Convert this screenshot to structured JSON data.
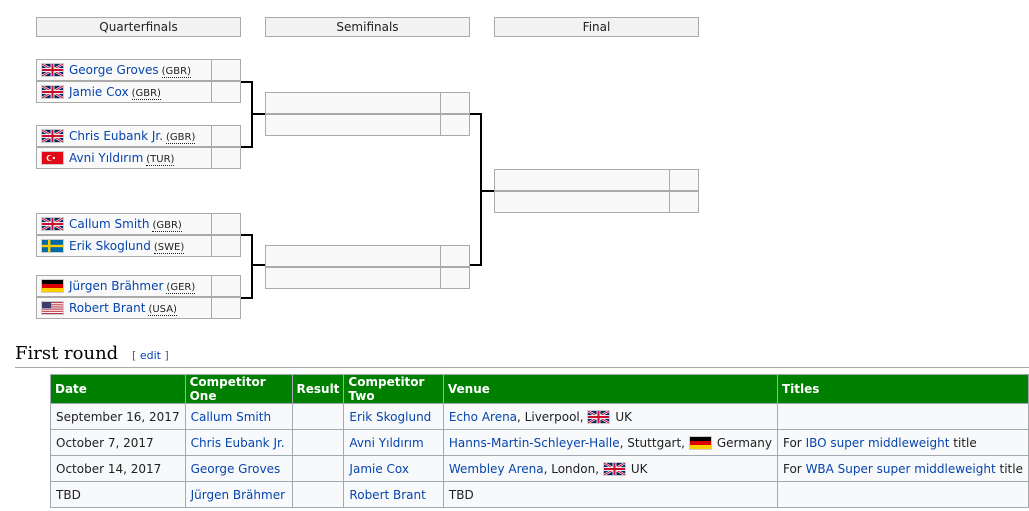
{
  "bracket": {
    "rounds": [
      "Quarterfinals",
      "Semifinals",
      "Final"
    ],
    "quarterfinals": [
      {
        "name": "George Groves",
        "country": "GBR",
        "flag": "uk"
      },
      {
        "name": "Jamie Cox",
        "country": "GBR",
        "flag": "uk"
      },
      {
        "name": "Chris Eubank Jr.",
        "country": "GBR",
        "flag": "uk"
      },
      {
        "name": "Avni Yıldırım",
        "country": "TUR",
        "flag": "tr"
      },
      {
        "name": "Callum Smith",
        "country": "GBR",
        "flag": "uk"
      },
      {
        "name": "Erik Skoglund",
        "country": "SWE",
        "flag": "se"
      },
      {
        "name": "Jürgen Brähmer",
        "country": "GER",
        "flag": "de"
      },
      {
        "name": "Robert Brant",
        "country": "USA",
        "flag": "us"
      }
    ]
  },
  "section": {
    "title": "First round",
    "edit": "edit"
  },
  "table": {
    "headers": [
      "Date",
      "Competitor One",
      "Result",
      "Competitor Two",
      "Venue",
      "Titles"
    ],
    "rows": [
      {
        "date": "September 16, 2017",
        "one": "Callum Smith",
        "result": "",
        "two": "Erik Skoglund",
        "venue_link": "Echo Arena",
        "venue_rest": ", Liverpool,",
        "country": "UK",
        "flag": "uk",
        "titles_pre": "",
        "titles_link": "",
        "titles_post": ""
      },
      {
        "date": "October 7, 2017",
        "one": "Chris Eubank Jr.",
        "result": "",
        "two": "Avni Yıldırım",
        "venue_link": "Hanns-Martin-Schleyer-Halle",
        "venue_rest": ", Stuttgart,",
        "country": "Germany",
        "flag": "de",
        "titles_pre": "For ",
        "titles_link": "IBO super middleweight",
        "titles_post": " title"
      },
      {
        "date": "October 14, 2017",
        "one": "George Groves",
        "result": "",
        "two": "Jamie Cox",
        "venue_link": "Wembley Arena",
        "venue_rest": ", London,",
        "country": "UK",
        "flag": "uk",
        "titles_pre": "For ",
        "titles_link": "WBA Super super middleweight",
        "titles_post": " title"
      },
      {
        "date": "TBD",
        "one": "Jürgen Brähmer",
        "result": "",
        "two": "Robert Brant",
        "venue_link": "",
        "venue_rest": "TBD",
        "country": "",
        "flag": "",
        "titles_pre": "",
        "titles_link": "",
        "titles_post": ""
      }
    ]
  },
  "colors": {
    "header_green": "#008000",
    "link_blue": "#0645ad",
    "border_gray": "#aaaaaa"
  }
}
